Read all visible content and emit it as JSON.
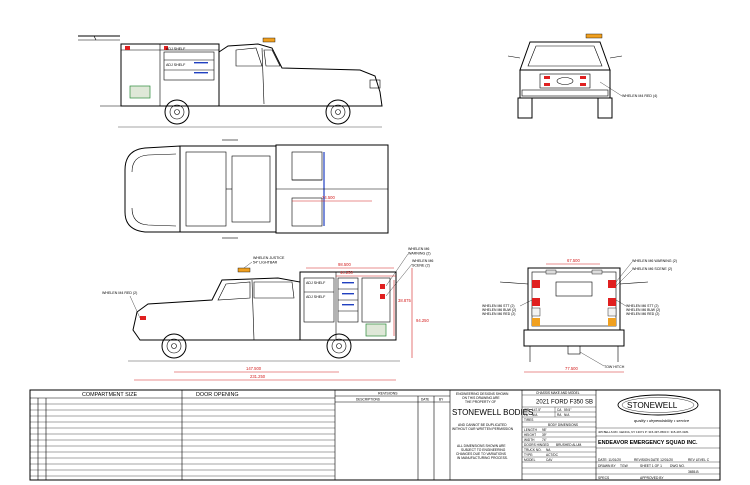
{
  "colors": {
    "dimension": "#d42020",
    "lens_red": "#e02020",
    "lens_blue": "#2040c0",
    "panel_green": "#2a8a3a",
    "amber": "#f0a020"
  },
  "callouts": {
    "front_lights": "WHELEN M4 RED (4)",
    "justice": [
      "WHELEN JUSTICE",
      "54\" LIGHTBAR"
    ],
    "warning_side": [
      "WHELEN M6",
      "WARNING (2)"
    ],
    "scene_side": [
      "WHELEN M6",
      "SCENE (2)"
    ],
    "side_front": "WHELEN M4 RED (2)",
    "rear_warning": "WHELEN M6 WARNING (2)",
    "rear_scene": "WHELEN M6 SCENE (2)",
    "rear_stt_left": "WHELEN M6 STT (2)",
    "rear_buw": "WHELEN M6 BUW (2)",
    "rear_red_left": "WHELEN M6 RED (2)",
    "rear_stt_right": "WHELEN M6 STT (2)",
    "rear_buw_right": "WHELEN M6 BUW (2)",
    "rear_red_right": "WHELEN M6 RED (2)",
    "tow": "TOW HITCH",
    "adj_shelf": "ADJ SHELF"
  },
  "dims": {
    "top_width": "74.500",
    "side_1": "98.500",
    "side_2": "44.250",
    "side_3": "38.875",
    "overall_h": "94.250",
    "wheelbase": "147.500",
    "overall_l": "231.250",
    "rear_top": "67.500",
    "rear_bottom": "77.500"
  },
  "title_block": {
    "compartment": {
      "col1": "COMPARTMENT SIZE",
      "col2": "DOOR OPENING"
    },
    "revisions": {
      "title": "REVISIONS",
      "descriptions": "DESCRIPTIONS",
      "date": "DATE",
      "by": "BY"
    },
    "ownership": [
      "ENGINEERING DESIGNS SHOWN",
      "ON THIS DRAWING ARE",
      "THE PROPERTY OF"
    ],
    "company": "STONEWELL BODIES",
    "duplication": [
      "AND CANNOT BE DUPLICATED",
      "WITHOUT OUR WRITTEN PERMISSION"
    ],
    "dimensions_note": [
      "ALL DIMENSIONS SHOWN ARE",
      "SUBJECT TO ENGINEERING",
      "CHANGES DUE TO VARIATIONS",
      "IN MANUFACTURING PROCESS."
    ],
    "chassis_label": "CHASSIS MAKE AND MODEL",
    "chassis": "2021 FORD F350 SB",
    "specs": [
      [
        "WB",
        "147.5\"",
        "CA",
        "59.5\""
      ],
      [
        "FA",
        "N/A",
        "RA",
        "N/A"
      ],
      [
        "TIRES",
        "",
        "",
        ""
      ]
    ],
    "body_dims_label": "BODY DIMENSIONS",
    "body_dims": [
      [
        "LENGTH",
        "98\""
      ],
      [
        "HEIGHT",
        "39\""
      ],
      [
        "WIDTH",
        "74\""
      ]
    ],
    "doors_row": [
      "DOORS HINGED",
      "BRUSHED ALUM."
    ],
    "truck_row": [
      "TRUCK NO.",
      "NA"
    ],
    "type_row": [
      "TYPE:",
      "ACT/DC"
    ],
    "model_row": [
      "MODEL",
      "CAV"
    ],
    "date_row": [
      "DATE: 11/01/20",
      "REVISION DATE 12/01/20",
      "REV LEVEL C"
    ],
    "drawn_row": [
      "DRAWN BY",
      "TGW",
      "SHEET 1 OF 1",
      "DWG NO.",
      "3655-B"
    ],
    "spec_row": [
      "SPECS",
      "APPROVED BY"
    ],
    "logo": "STONEWELL",
    "tagline": "quality  •  dependability  •  service",
    "address": "405 BELLS RD. GENOA, NY 13071  P: 315-497-0500  F: 315-497-3181",
    "customer": "ENDEAVOR EMERGENCY SQUAD INC."
  }
}
